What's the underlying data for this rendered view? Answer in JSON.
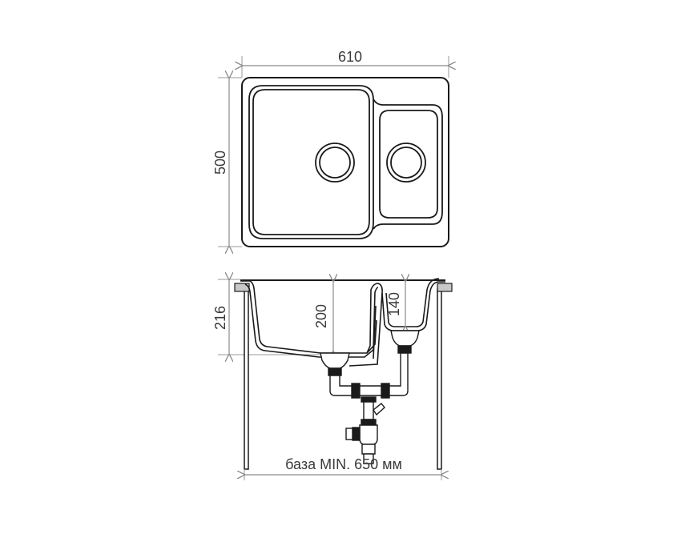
{
  "drawing": {
    "title": "Double-bowl kitchen sink dimension drawing",
    "top_view": {
      "width_label": "610",
      "depth_label": "500"
    },
    "side_view": {
      "total_height_label": "216",
      "main_bowl_depth_label": "200",
      "small_bowl_depth_label": "140",
      "base_label": "база MIN. 650 мм"
    }
  },
  "colors": {
    "outline": "#1a1a1a",
    "dimension_line": "#8a8a8a",
    "text": "#3a3a3a",
    "clip_fill": "#c8c8c8"
  }
}
